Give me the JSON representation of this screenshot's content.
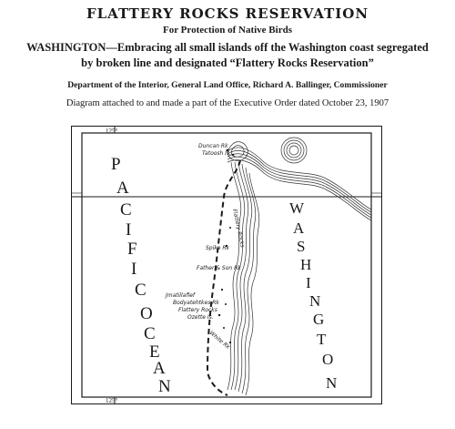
{
  "header": {
    "title": "FLATTERY ROCKS RESERVATION",
    "subtitle": "For Protection of Native Birds",
    "desc_line1": "WASHINGTON—Embracing all small islands off the Washington coast segregated",
    "desc_line2": "by broken line and designated “Flattery Rocks Reservation”",
    "department": "Department of the Interior, General Land Office, Richard A. Ballinger, Commissioner",
    "diagram_note": "Diagram attached to and made a part of the Executive Order dated October 23, 1907"
  },
  "map": {
    "longitude_top": "125°",
    "longitude_bottom": "125°",
    "ocean_letters": [
      "P",
      "A",
      "C",
      "I",
      "F",
      "I",
      "C",
      "O",
      "C",
      "E",
      "A",
      "N"
    ],
    "state_letters": [
      "W",
      "A",
      "S",
      "H",
      "I",
      "N",
      "G",
      "T",
      "O",
      "N"
    ],
    "places": {
      "duncan": "Duncan Rk",
      "tatoosh": "Tatoosh Is.",
      "flattery_rocks_vertical": "Flattery Rocks",
      "spike": "Spike Rk",
      "father_son": "Father & Son Rk",
      "jmatillaflef": "Jmatillaflef",
      "bodyatehtkes": "Bodyatehtkes Rk",
      "flattery_rocks": "Flattery Rocks",
      "ozette": "Ozette Is.",
      "white_rk": "White Rk"
    }
  }
}
